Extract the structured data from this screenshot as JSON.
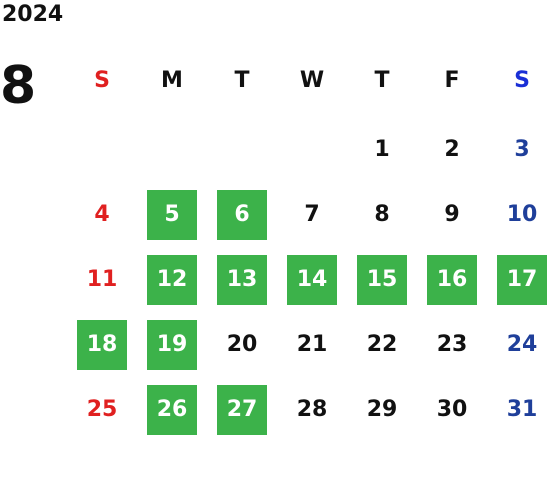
{
  "calendar": {
    "year": "2024",
    "month": "8",
    "weekdays": [
      "S",
      "M",
      "T",
      "W",
      "T",
      "F",
      "S"
    ],
    "colors": {
      "sunday": "#e02020",
      "saturday": "#1f3f9a",
      "weekday": "#111111",
      "highlight_bg": "#3cb24a",
      "highlight_text": "#ffffff"
    },
    "weeks": [
      [
        null,
        null,
        null,
        null,
        {
          "day": "1",
          "hl": false
        },
        {
          "day": "2",
          "hl": false
        },
        {
          "day": "3",
          "hl": false
        }
      ],
      [
        {
          "day": "4",
          "hl": false
        },
        {
          "day": "5",
          "hl": true
        },
        {
          "day": "6",
          "hl": true
        },
        {
          "day": "7",
          "hl": false
        },
        {
          "day": "8",
          "hl": false
        },
        {
          "day": "9",
          "hl": false
        },
        {
          "day": "10",
          "hl": false
        }
      ],
      [
        {
          "day": "11",
          "hl": false
        },
        {
          "day": "12",
          "hl": true
        },
        {
          "day": "13",
          "hl": true
        },
        {
          "day": "14",
          "hl": true
        },
        {
          "day": "15",
          "hl": true
        },
        {
          "day": "16",
          "hl": true
        },
        {
          "day": "17",
          "hl": true
        }
      ],
      [
        {
          "day": "18",
          "hl": true
        },
        {
          "day": "19",
          "hl": true
        },
        {
          "day": "20",
          "hl": false
        },
        {
          "day": "21",
          "hl": false
        },
        {
          "day": "22",
          "hl": false
        },
        {
          "day": "23",
          "hl": false
        },
        {
          "day": "24",
          "hl": false
        }
      ],
      [
        {
          "day": "25",
          "hl": false
        },
        {
          "day": "26",
          "hl": true
        },
        {
          "day": "27",
          "hl": true
        },
        {
          "day": "28",
          "hl": false
        },
        {
          "day": "29",
          "hl": false
        },
        {
          "day": "30",
          "hl": false
        },
        {
          "day": "31",
          "hl": false
        }
      ]
    ]
  }
}
